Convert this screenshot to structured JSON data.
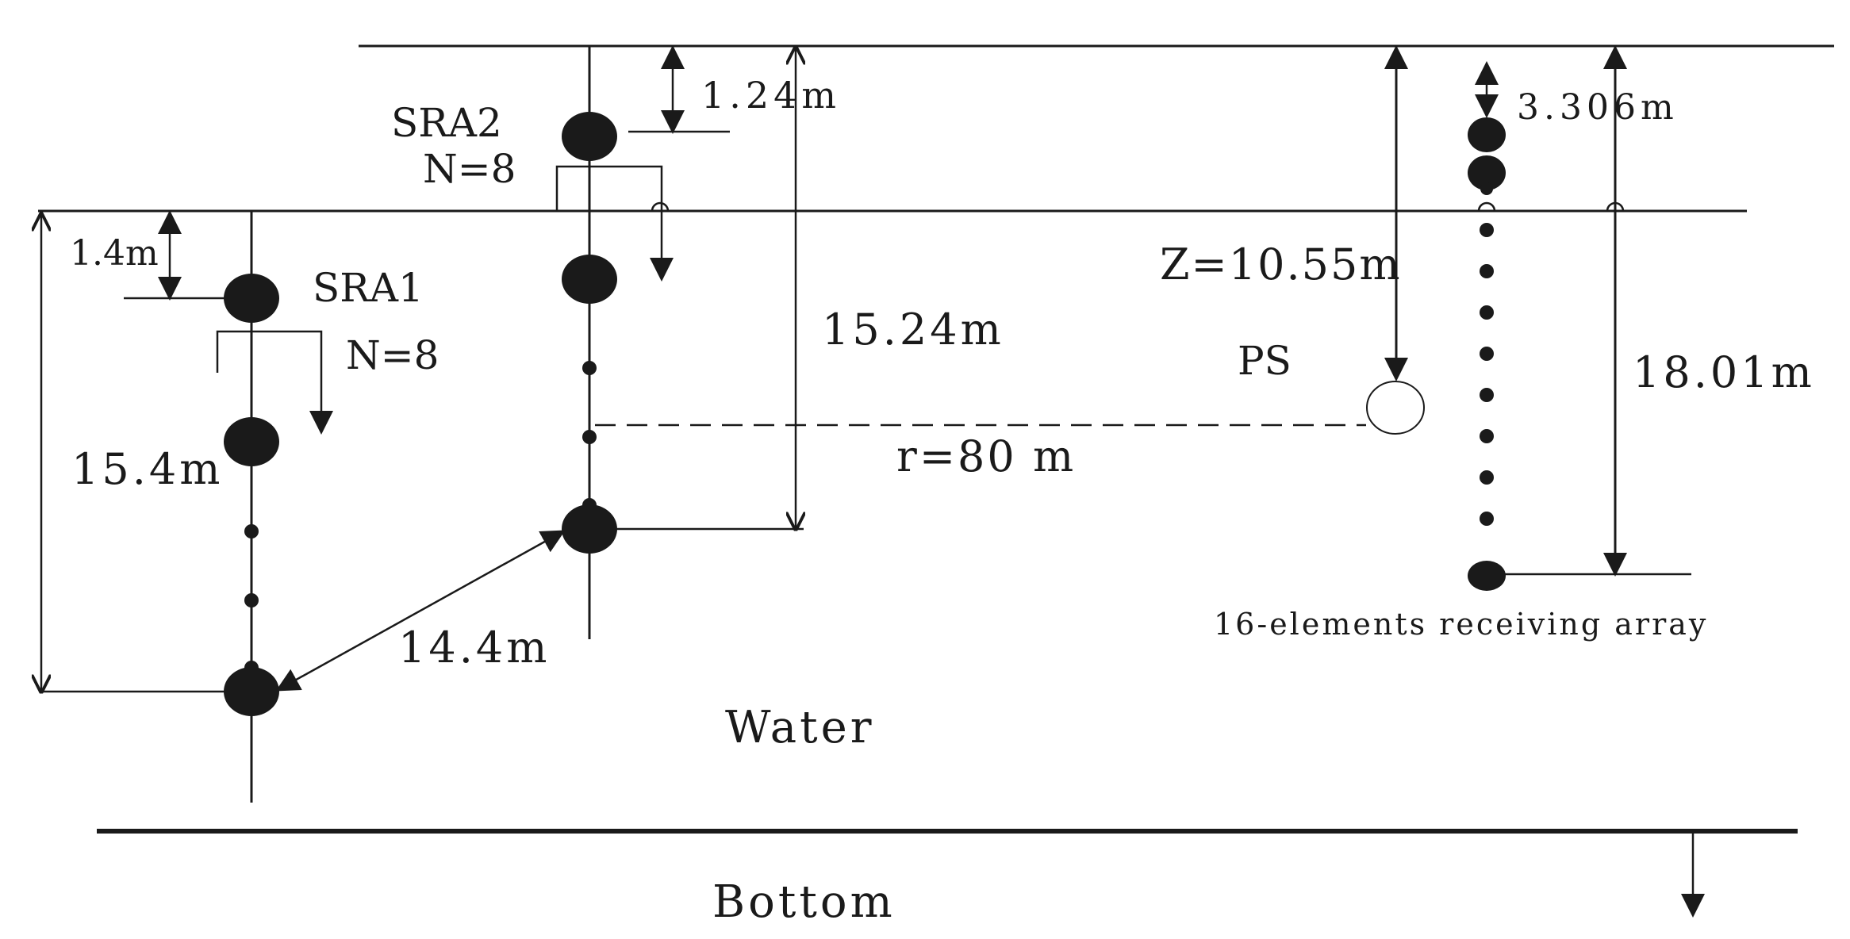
{
  "labels": {
    "sra2_name": "SRA2",
    "sra2_n": "N=8",
    "sra1_name": "SRA1",
    "sra1_n": "N=8",
    "dim_1_24": "1.24m",
    "dim_1_4": "1.4m",
    "dim_15_24": "15.24m",
    "dim_15_4": "15.4m",
    "dim_14_4": "14.4m",
    "dim_3_306": "3.306m",
    "dim_z": "Z=10.55m",
    "dim_18_01": "18.01m",
    "ps": "PS",
    "range": "r=80 m",
    "receiving_array": "16-elements receiving array",
    "water": "Water",
    "bottom": "Bottom"
  }
}
